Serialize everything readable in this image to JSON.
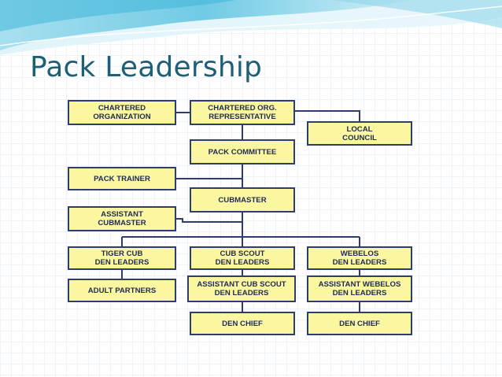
{
  "slide": {
    "title": "Pack Leadership"
  },
  "org_chart": {
    "nodes": {
      "chartered_org": "CHARTERED\nORGANIZATION",
      "chartered_rep": "CHARTERED ORG.\nREPRESENTATIVE",
      "local_council": "LOCAL\nCOUNCIL",
      "pack_committee": "PACK COMMITTEE",
      "pack_trainer": "PACK TRAINER",
      "cubmaster": "CUBMASTER",
      "assistant_cubmaster": "ASSISTANT\nCUBMASTER",
      "tiger_den_leaders": "TIGER CUB\nDEN LEADERS",
      "cub_scout_den_leaders": "CUB SCOUT\nDEN LEADERS",
      "webelos_den_leaders": "WEBELOS\nDEN LEADERS",
      "adult_partners": "ADULT PARTNERS",
      "assistant_cub_scout_den_leaders": "ASSISTANT CUB SCOUT\nDEN LEADERS",
      "assistant_webelos_den_leaders": "ASSISTANT WEBELOS\nDEN LEADERS",
      "den_chief_cub_scout": "DEN CHIEF",
      "den_chief_webelos": "DEN CHIEF"
    }
  },
  "colors": {
    "title": "#1c5f77",
    "box_fill": "#fbf7a0",
    "box_border": "#2f3d6e",
    "connector": "#2f3d6e",
    "header_wave": "#5bc3e0"
  }
}
